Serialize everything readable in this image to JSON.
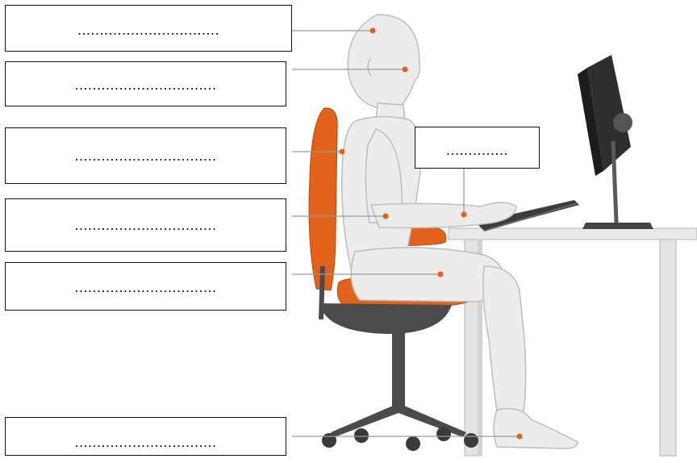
{
  "labels": [
    {
      "id": "head",
      "text": "................................"
    },
    {
      "id": "eyes",
      "text": "................................"
    },
    {
      "id": "back",
      "text": "................................"
    },
    {
      "id": "elbow",
      "text": "................................"
    },
    {
      "id": "thigh",
      "text": "................................"
    },
    {
      "id": "feet",
      "text": "................................"
    },
    {
      "id": "wrist",
      "text": ".............."
    }
  ],
  "colors": {
    "chair_accent": "#e2621b",
    "chair_dark": "#4b4b4b",
    "body_fill": "#ececec",
    "body_outline": "#bdbdbd",
    "marker": "#e2621b",
    "leader": "#9a9a9a"
  }
}
